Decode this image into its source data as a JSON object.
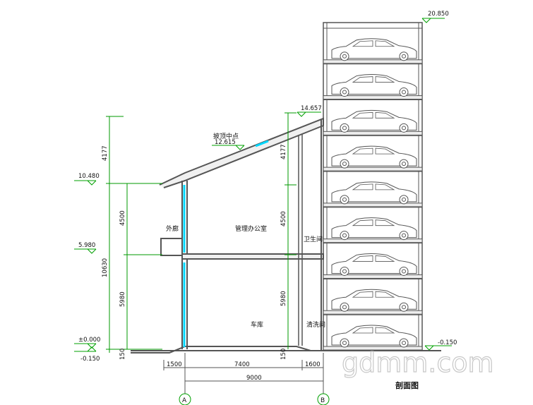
{
  "title": "剖面图",
  "watermark": "gdmm.com",
  "axes": [
    {
      "label": "A"
    },
    {
      "label": "B"
    }
  ],
  "elevations": {
    "top": "20.850",
    "tower_top": "14.657",
    "roof_mid_title": "披顶中点",
    "roof_mid": "12.615",
    "eave": "10.480",
    "floor2": "5.980",
    "ground": "±0.000",
    "outdoor_left": "-0.150",
    "outdoor_right": "-0.150"
  },
  "rooms": {
    "balcony": "外廊",
    "office": "管理办公室",
    "washroom": "卫生间",
    "garage": "车库",
    "wash_area": "清洗间"
  },
  "dims_left": {
    "top": "4177",
    "upper": "4500",
    "lower": "5980",
    "total": "10630",
    "base": "150"
  },
  "dims_right": {
    "top": "4177",
    "upper": "4500",
    "lower": "5980",
    "base": "150"
  },
  "dims_bottom": {
    "left": "1500",
    "mid": "7400",
    "right": "1600",
    "total": "9000"
  },
  "colors": {
    "line": "#555555",
    "accent": "#00d8ff",
    "elev_mark": "#00a000",
    "dim_line": "#009900"
  },
  "parking_levels": 9
}
